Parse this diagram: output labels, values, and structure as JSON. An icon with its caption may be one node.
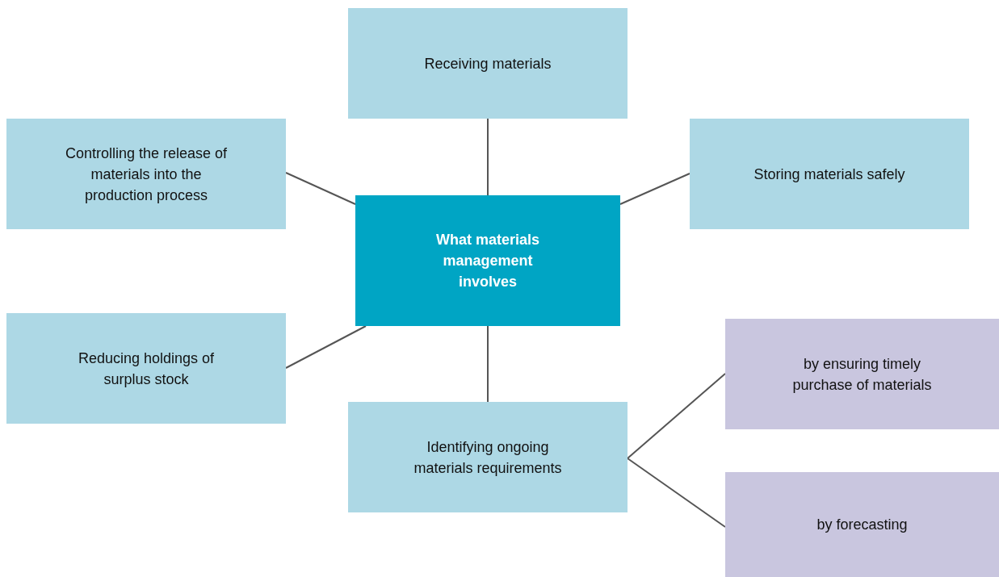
{
  "diagram": {
    "nodes": [
      {
        "text": [
          "Receiving materials"
        ]
      },
      {
        "text": [
          "Controlling the release of materials into the production process"
        ]
      },
      {
        "text": [
          "Storing materials safely"
        ]
      },
      {
        "text": [
          "What materials management involves"
        ]
      },
      {
        "text": [
          "Reducing holdings of surplus stock"
        ]
      },
      {
        "text": [
          "by ensuring timely purchase of materials"
        ]
      },
      {
        "text": [
          "Identifying ongoing materials requirements"
        ]
      },
      {
        "text": [
          "by forecasting"
        ]
      }
    ],
    "edges": [
      {
        "from": 3,
        "to": 0,
        "arrow": "none"
      },
      {
        "from": 3,
        "to": 1,
        "arrow": "none"
      },
      {
        "from": 3,
        "to": 2,
        "arrow": "none"
      },
      {
        "from": 3,
        "to": 4,
        "arrow": "none"
      },
      {
        "from": 3,
        "to": 6,
        "arrow": "none"
      },
      {
        "from": 6,
        "to": 5,
        "arrow": "none"
      },
      {
        "from": 6,
        "to": 7,
        "arrow": "none"
      }
    ]
  }
}
